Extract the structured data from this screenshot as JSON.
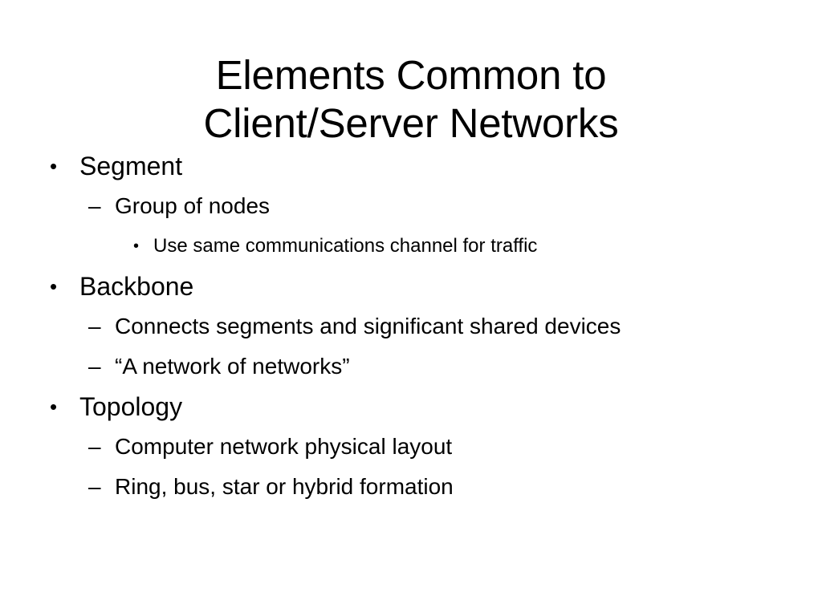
{
  "slide": {
    "background_color": "#ffffff",
    "text_color": "#000000",
    "title": {
      "line1": "Elements Common to",
      "line2": "Client/Server Networks"
    },
    "bullet_glyphs": {
      "level1": "•",
      "level2": "–",
      "level3": "•"
    },
    "bullets": [
      {
        "level": 1,
        "text": "Segment"
      },
      {
        "level": 2,
        "text": "Group of nodes"
      },
      {
        "level": 3,
        "text": "Use same communications channel for traffic"
      },
      {
        "level": 1,
        "text": "Backbone"
      },
      {
        "level": 2,
        "text": "Connects segments and significant shared devices"
      },
      {
        "level": 2,
        "text": "“A network of networks”"
      },
      {
        "level": 1,
        "text": "Topology"
      },
      {
        "level": 2,
        "text": "Computer network physical layout"
      },
      {
        "level": 2,
        "text": "Ring, bus, star or hybrid formation"
      }
    ]
  }
}
